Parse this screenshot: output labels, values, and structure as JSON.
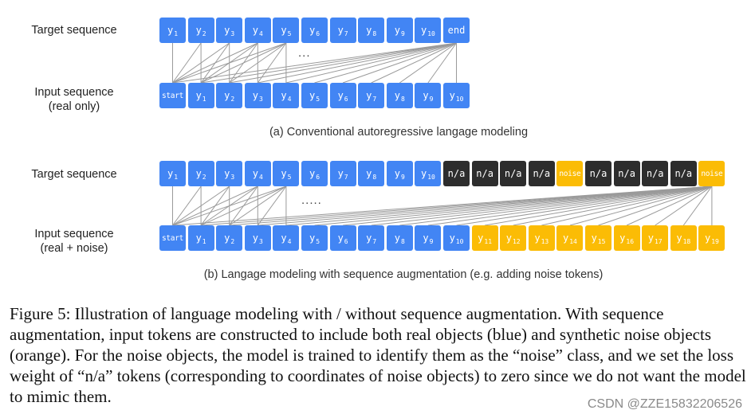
{
  "panel_a": {
    "target_label": "Target sequence",
    "input_label_line1": "Input sequence",
    "input_label_line2": "(real only)",
    "target_tokens": [
      {
        "text": "y",
        "sub": "1",
        "color": "blue"
      },
      {
        "text": "y",
        "sub": "2",
        "color": "blue"
      },
      {
        "text": "y",
        "sub": "3",
        "color": "blue"
      },
      {
        "text": "y",
        "sub": "4",
        "color": "blue"
      },
      {
        "text": "y",
        "sub": "5",
        "color": "blue"
      },
      {
        "text": "y",
        "sub": "6",
        "color": "blue"
      },
      {
        "text": "y",
        "sub": "7",
        "color": "blue"
      },
      {
        "text": "y",
        "sub": "8",
        "color": "blue"
      },
      {
        "text": "y",
        "sub": "9",
        "color": "blue"
      },
      {
        "text": "y",
        "sub": "10",
        "color": "blue"
      },
      {
        "text": "end",
        "sub": "",
        "color": "blue"
      }
    ],
    "input_tokens": [
      {
        "text": "start",
        "sub": "",
        "color": "blue"
      },
      {
        "text": "y",
        "sub": "1",
        "color": "blue"
      },
      {
        "text": "y",
        "sub": "2",
        "color": "blue"
      },
      {
        "text": "y",
        "sub": "3",
        "color": "blue"
      },
      {
        "text": "y",
        "sub": "4",
        "color": "blue"
      },
      {
        "text": "y",
        "sub": "5",
        "color": "blue"
      },
      {
        "text": "y",
        "sub": "6",
        "color": "blue"
      },
      {
        "text": "y",
        "sub": "7",
        "color": "blue"
      },
      {
        "text": "y",
        "sub": "8",
        "color": "blue"
      },
      {
        "text": "y",
        "sub": "9",
        "color": "blue"
      },
      {
        "text": "y",
        "sub": "10",
        "color": "blue"
      }
    ],
    "ellipsis": "...",
    "caption": "(a) Conventional autoregressive langage modeling"
  },
  "panel_b": {
    "target_label": "Target sequence",
    "input_label_line1": "Input sequence",
    "input_label_line2": "(real + noise)",
    "target_tokens": [
      {
        "text": "y",
        "sub": "1",
        "color": "blue"
      },
      {
        "text": "y",
        "sub": "2",
        "color": "blue"
      },
      {
        "text": "y",
        "sub": "3",
        "color": "blue"
      },
      {
        "text": "y",
        "sub": "4",
        "color": "blue"
      },
      {
        "text": "y",
        "sub": "5",
        "color": "blue"
      },
      {
        "text": "y",
        "sub": "6",
        "color": "blue"
      },
      {
        "text": "y",
        "sub": "7",
        "color": "blue"
      },
      {
        "text": "y",
        "sub": "8",
        "color": "blue"
      },
      {
        "text": "y",
        "sub": "9",
        "color": "blue"
      },
      {
        "text": "y",
        "sub": "10",
        "color": "blue"
      },
      {
        "text": "n/a",
        "sub": "",
        "color": "dark"
      },
      {
        "text": "n/a",
        "sub": "",
        "color": "dark"
      },
      {
        "text": "n/a",
        "sub": "",
        "color": "dark"
      },
      {
        "text": "n/a",
        "sub": "",
        "color": "dark"
      },
      {
        "text": "noise",
        "sub": "",
        "color": "orange"
      },
      {
        "text": "n/a",
        "sub": "",
        "color": "dark"
      },
      {
        "text": "n/a",
        "sub": "",
        "color": "dark"
      },
      {
        "text": "n/a",
        "sub": "",
        "color": "dark"
      },
      {
        "text": "n/a",
        "sub": "",
        "color": "dark"
      },
      {
        "text": "noise",
        "sub": "",
        "color": "orange"
      }
    ],
    "input_tokens": [
      {
        "text": "start",
        "sub": "",
        "color": "blue"
      },
      {
        "text": "y",
        "sub": "1",
        "color": "blue"
      },
      {
        "text": "y",
        "sub": "2",
        "color": "blue"
      },
      {
        "text": "y",
        "sub": "3",
        "color": "blue"
      },
      {
        "text": "y",
        "sub": "4",
        "color": "blue"
      },
      {
        "text": "y",
        "sub": "5",
        "color": "blue"
      },
      {
        "text": "y",
        "sub": "6",
        "color": "blue"
      },
      {
        "text": "y",
        "sub": "7",
        "color": "blue"
      },
      {
        "text": "y",
        "sub": "8",
        "color": "blue"
      },
      {
        "text": "y",
        "sub": "9",
        "color": "blue"
      },
      {
        "text": "y",
        "sub": "10",
        "color": "blue"
      },
      {
        "text": "y",
        "sub": "11",
        "color": "orange"
      },
      {
        "text": "y",
        "sub": "12",
        "color": "orange"
      },
      {
        "text": "y",
        "sub": "13",
        "color": "orange"
      },
      {
        "text": "y",
        "sub": "14",
        "color": "orange"
      },
      {
        "text": "y",
        "sub": "15",
        "color": "orange"
      },
      {
        "text": "y",
        "sub": "16",
        "color": "orange"
      },
      {
        "text": "y",
        "sub": "17",
        "color": "orange"
      },
      {
        "text": "y",
        "sub": "18",
        "color": "orange"
      },
      {
        "text": "y",
        "sub": "19",
        "color": "orange"
      }
    ],
    "ellipsis": ".....",
    "caption": "(b) Langage modeling with sequence augmentation (e.g. adding noise tokens)"
  },
  "figure_caption": "Figure 5: Illustration of language modeling with / without sequence augmentation. With sequence augmentation, input tokens are constructed to include both real objects (blue) and synthetic noise objects (orange). For the noise objects, the model is trained to identify them as the “noise” class, and we set the loss weight of “n/a” tokens (corresponding to coordinates of noise objects) to zero since we do not want the model to mimic them.",
  "watermark": "CSDN @ZZE15832206526",
  "colors": {
    "blue": "#4285f4",
    "dark": "#2d2d2d",
    "orange": "#fbbc05",
    "connector": "#9a9a9a"
  }
}
